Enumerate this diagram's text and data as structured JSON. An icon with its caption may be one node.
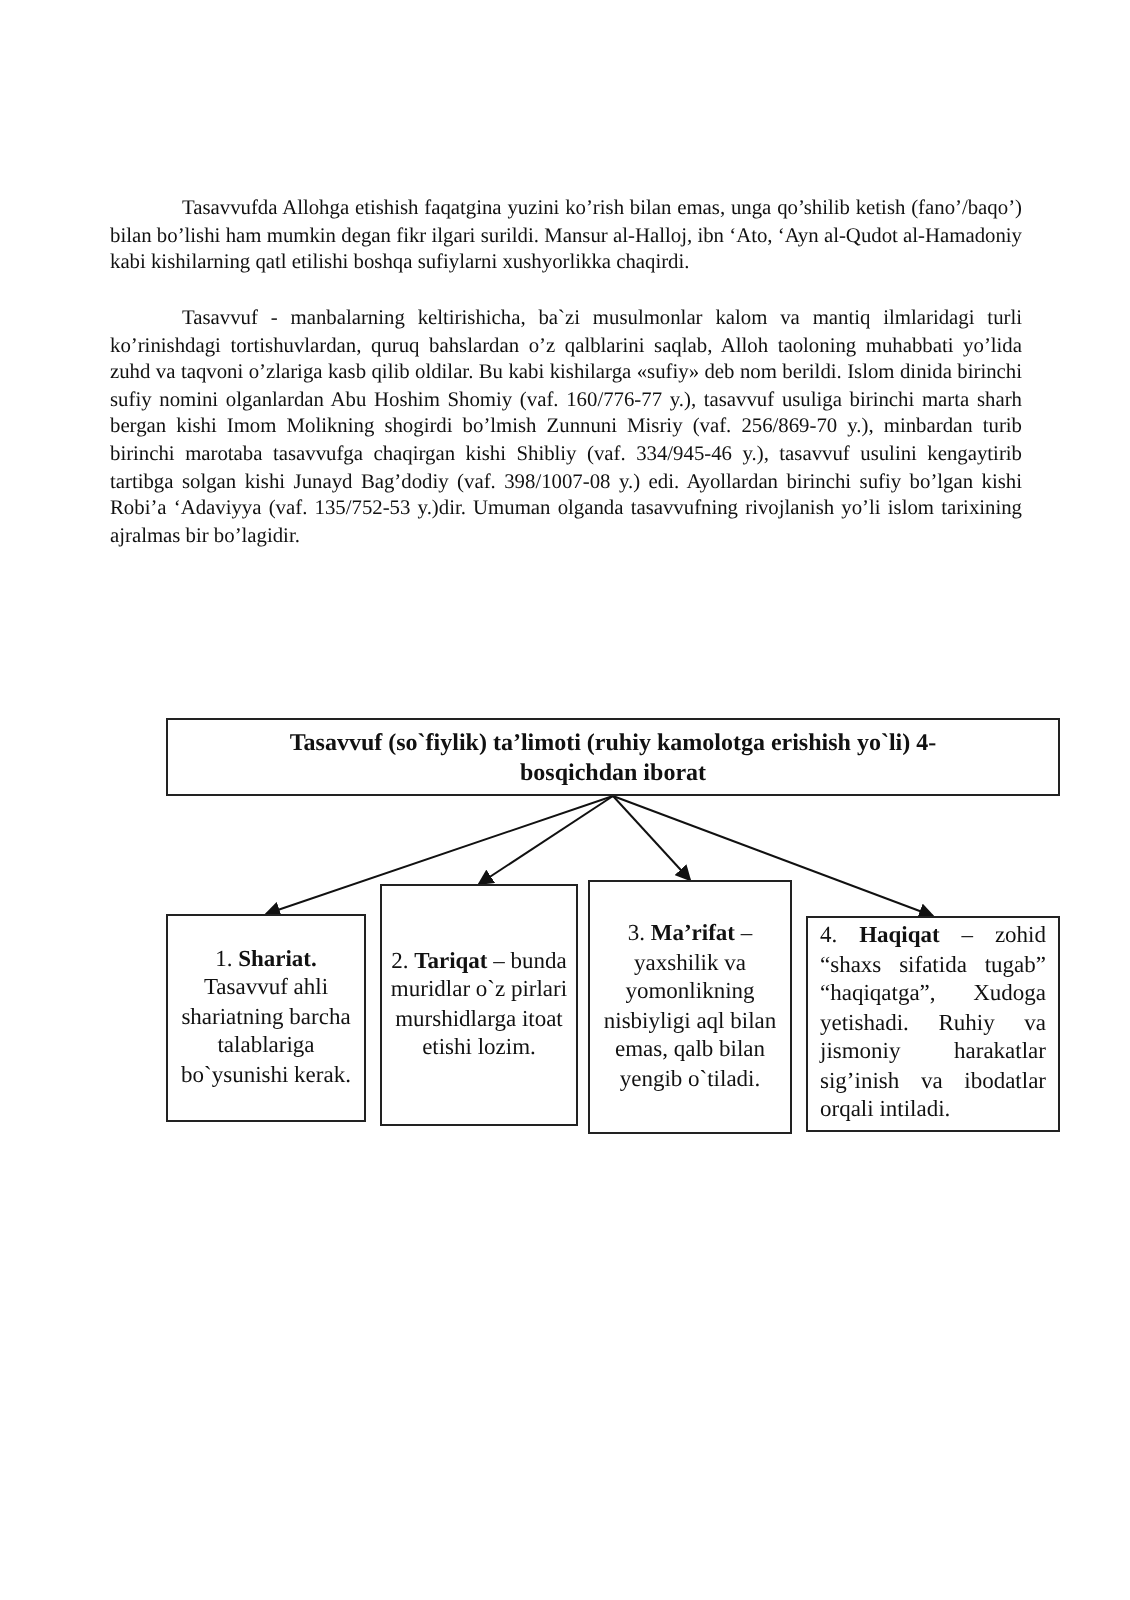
{
  "diagram": {
    "nodes": [
      {
        "text": [
          "Tasavvuf (so`fiylik) ta’limoti (ruhiy kamolotga erishish yo`li) 4-bosqichdan iborat"
        ]
      },
      {
        "text": [
          "1. **Shariat.** Tasavvuf ahli shariatning barcha talablariga bo`ysunishi kerak."
        ]
      },
      {
        "text": [
          "2. **Tariqat** – bunda muridlar o`z pirlari murshidlarga itoat etishi lozim."
        ]
      },
      {
        "text": [
          "3. **Ma’rifat** – yaxshilik va yomonlikning nisbiyligi aql bilan emas, qalb bilan yengib o`tiladi."
        ]
      },
      {
        "text": [
          "4. **Haqiqat** – zohid “shaxs sifatida tugab” “haqiqatga”, Xudoga yetishadi. Ruhiy va jismoniy harakatlar sig’inish va ibodatlar orqali intiladi."
        ]
      }
    ],
    "edges": [
      {
        "from": 0,
        "to": 1,
        "arrow": "to"
      },
      {
        "from": 0,
        "to": 2,
        "arrow": "to"
      },
      {
        "from": 0,
        "to": 3,
        "arrow": "to"
      },
      {
        "from": 0,
        "to": 4,
        "arrow": "to"
      }
    ],
    "labels": [
      "Tasavvufda Allohga etishish faqatgina yuzini ko’rish bilan emas, unga qo’shilib ketish (fano’/baqo’) bilan bo’lishi ham mumkin degan fikr ilgari surildi. Mansur al-Halloj, ibn ‘Ato, ‘Ayn al-Qudot al-Hamadoniy kabi kishilarning qatl etilishi boshqa sufiylarni xushyorlikka chaqirdi.",
      "Tasavvuf - manbalarning keltirishicha, ba`zi musulmonlar kalom va mantiq ilmlaridagi turli ko’rinishdagi tortishuvlardan, quruq bahslardan o’z qalblarini saqlab, Alloh taoloning muhabbati yo’lida zuhd va taqvoni o’zlariga kasb qilib oldilar. Bu kabi kishilarga «sufiy» deb nom berildi. Islom dinida birinchi sufiy nomini olganlardan Abu Hoshim Shomiy (vaf. 160/776-77 y.), tasavvuf usuliga birinchi marta sharh bergan kishi Imom Molikning shogirdi bo’lmish Zunnuni Misriy (vaf. 256/869-70 y.), minbardan turib birinchi marotaba tasavvufga chaqirgan kishi Shibliy (vaf. 334/945-46 y.), tasavvuf usulini kengaytirib tartibga solgan kishi Junayd Bag’dodiy (vaf. 398/1007-08 y.) edi. Ayollardan birinchi sufiy bo’lgan kishi Robi’a ‘Adaviyya (vaf. 135/752-53 y.)dir. Umuman olganda tasavvufning rivojlanish yo’li islom tarixining ajralmas bir bo’lagidir."
    ]
  }
}
